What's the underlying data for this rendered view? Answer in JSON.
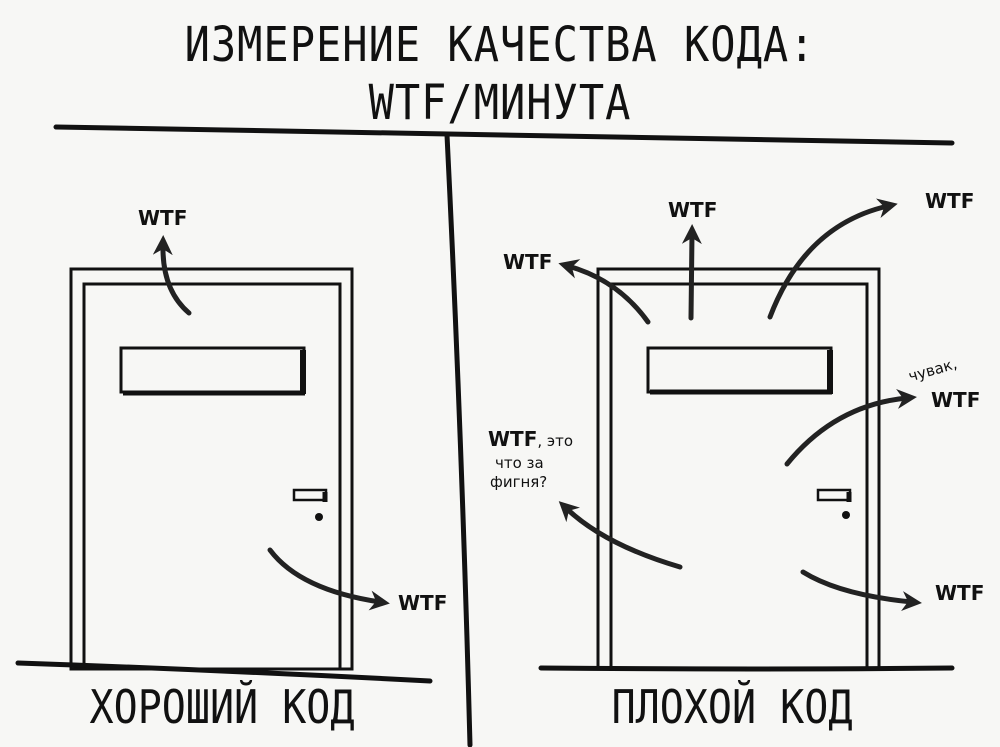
{
  "title": {
    "line1": "ИЗМЕРЕНИЕ КАЧЕСТВА КОДА:",
    "line2": "WTF/МИНУТА"
  },
  "panels": {
    "left": {
      "caption": "ХОРОШИЙ КОД",
      "wtf_labels": [
        "WTF",
        "WTF"
      ]
    },
    "right": {
      "caption": "ПЛОХОЙ КОД",
      "wtf_labels": [
        "WTF",
        "WTF",
        "WTF",
        "WTF"
      ],
      "note_dude": {
        "line1": "чувак,",
        "line2": "WTF"
      },
      "note_what": {
        "wtf": "WTF",
        "rest1": ", это",
        "line2": "что за",
        "line3": "фигня?"
      }
    }
  }
}
